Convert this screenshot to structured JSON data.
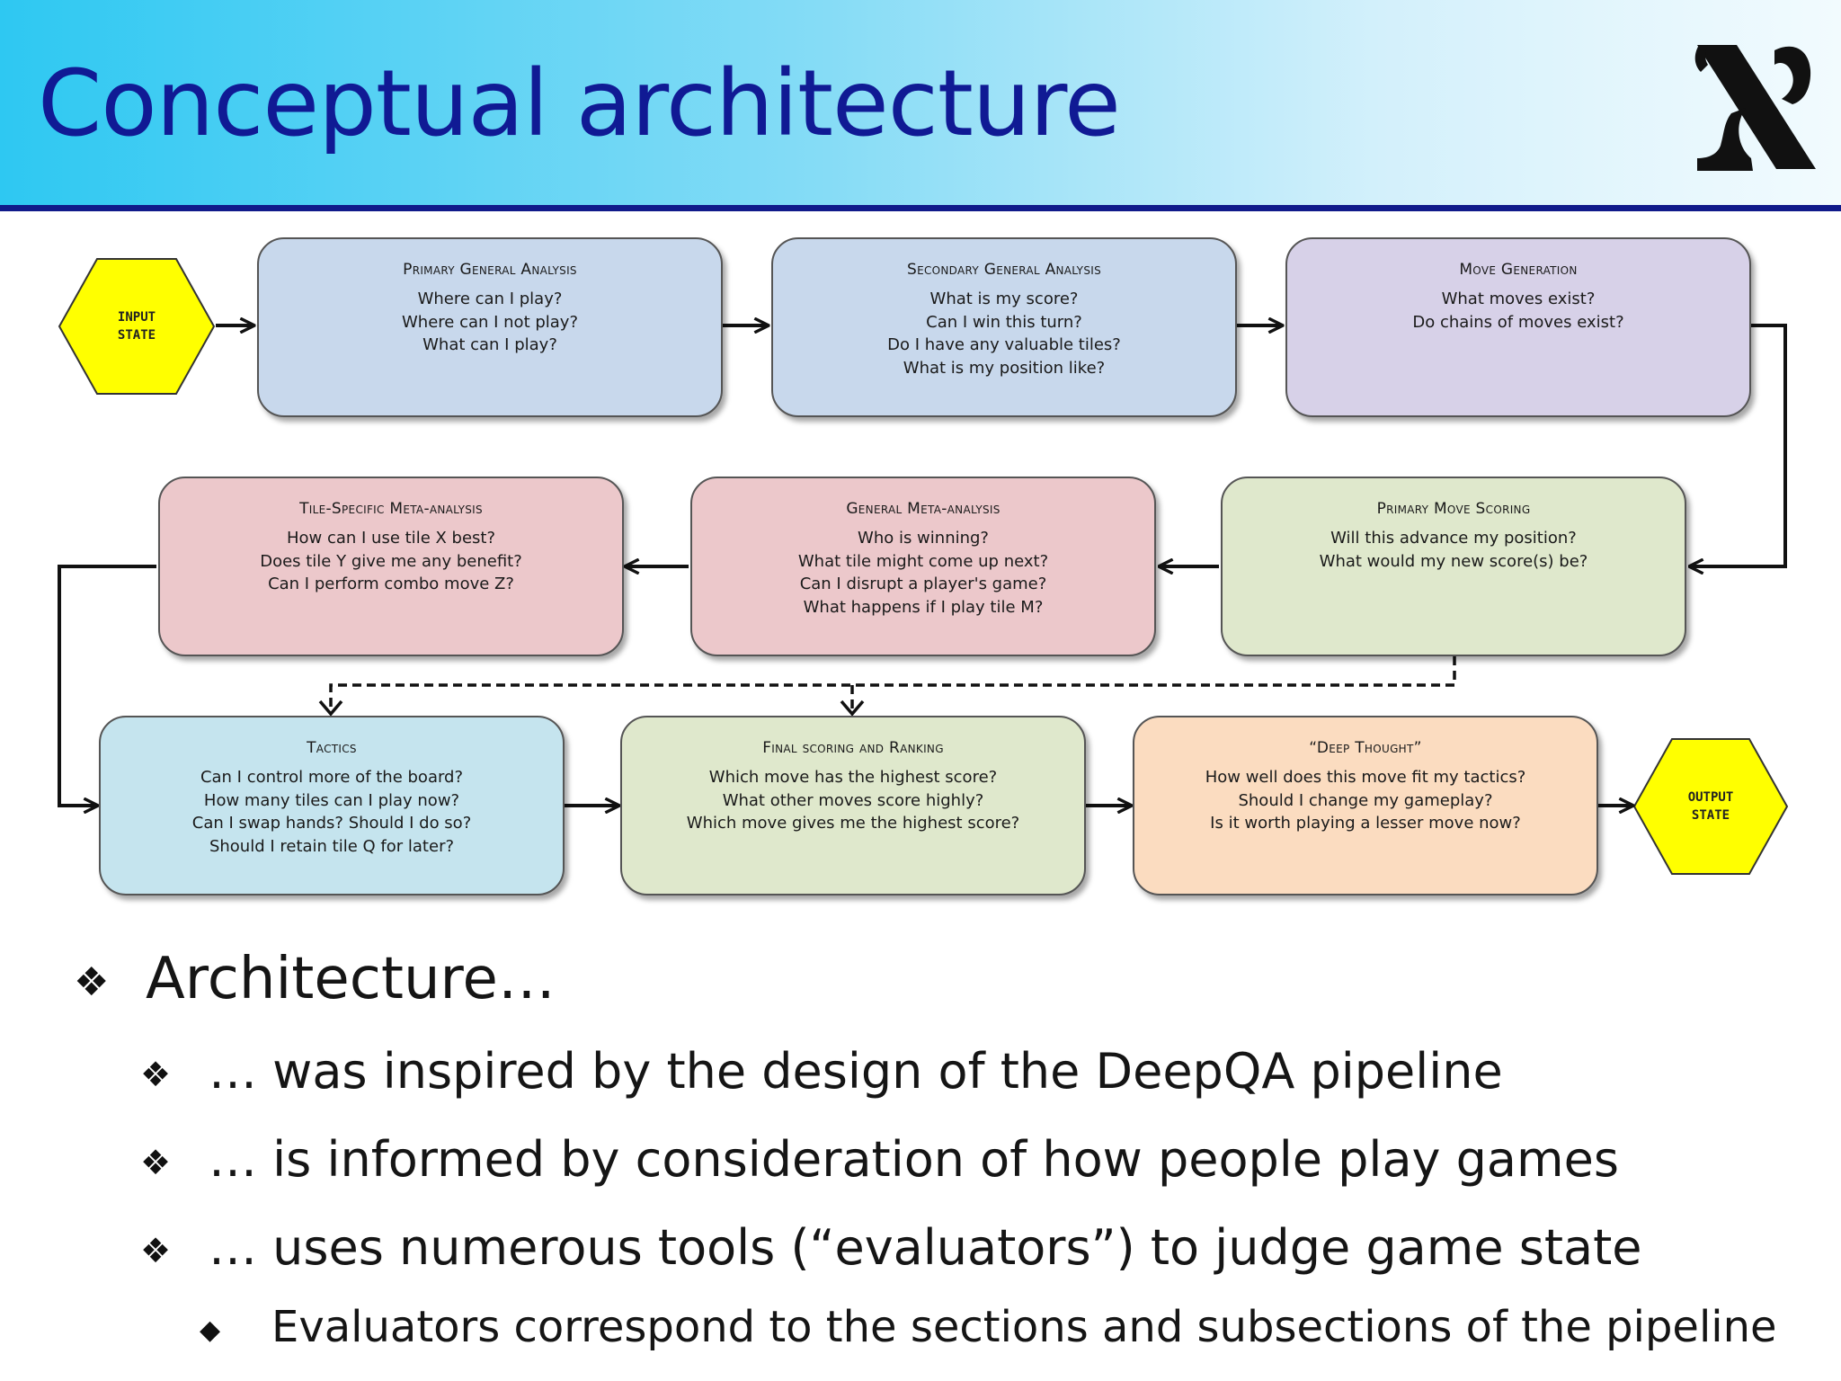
{
  "slide": {
    "title": "Conceptual architecture",
    "logo_icon": "aleph-icon"
  },
  "diagram": {
    "input_label": [
      "INPUT",
      "STATE"
    ],
    "output_label": [
      "OUTPUT",
      "STATE"
    ],
    "input_color": "#ffff00",
    "boxes": {
      "primary_general_analysis": {
        "title": "Primary General Analysis",
        "questions": [
          "Where can I play?",
          "Where can I not play?",
          "What can I play?"
        ]
      },
      "secondary_general_analysis": {
        "title": "Secondary General Analysis",
        "questions": [
          "What is my score?",
          "Can I win this turn?",
          "Do I have any valuable tiles?",
          "What is my position like?"
        ]
      },
      "move_generation": {
        "title": "Move Generation",
        "questions": [
          "What moves exist?",
          "Do chains of moves exist?"
        ]
      },
      "tile_specific_meta_analysis": {
        "title": "Tile-Specific Meta-analysis",
        "questions": [
          "How can I use tile X best?",
          "Does tile Y give me any benefit?",
          "Can I perform combo move Z?"
        ]
      },
      "general_meta_analysis": {
        "title": "General Meta-analysis",
        "questions": [
          "Who is winning?",
          "What tile might come up next?",
          "Can I disrupt a player's game?",
          "What happens if I play tile M?"
        ]
      },
      "primary_move_scoring": {
        "title": "Primary Move Scoring",
        "questions": [
          "Will this advance my position?",
          "What would my new score(s) be?"
        ]
      },
      "tactics": {
        "title": "Tactics",
        "questions": [
          "Can I control more of the board?",
          "How many tiles can I play now?",
          "Can I swap hands? Should I do so?",
          "Should I retain tile Q for later?"
        ]
      },
      "final_scoring_and_ranking": {
        "title": "Final scoring and Ranking",
        "questions": [
          "Which move has the highest score?",
          "What other moves score highly?",
          "Which move gives me the highest score?"
        ]
      },
      "deep_thought": {
        "title": "“Deep Thought”",
        "questions": [
          "How well does this move fit my tactics?",
          "Should I change my gameplay?",
          "Is it worth playing a lesser move now?"
        ]
      }
    }
  },
  "bullets": {
    "main": "Architecture…",
    "subs": [
      "… was inspired by the design of the DeepQA pipeline",
      "… is informed by consideration of how people play games",
      "… uses numerous tools (“evaluators”) to judge game state"
    ],
    "subsub": "Evaluators correspond to the sections and subsections of the pipeline"
  }
}
